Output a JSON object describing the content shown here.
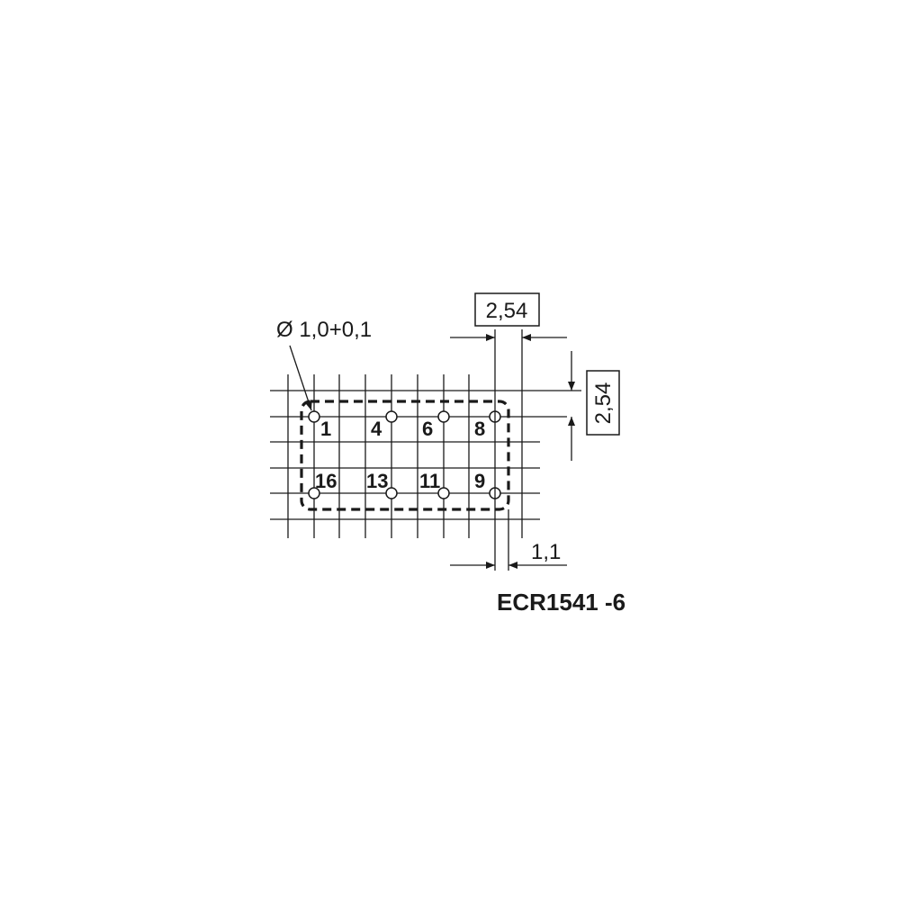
{
  "drawing": {
    "hole_spec": "Ø 1,0+0,1",
    "pitch_horizontal": "2,54",
    "pitch_vertical": "2,54",
    "offset": "1,1",
    "part_code": "ECR1541 -6"
  },
  "pins": [
    {
      "label": "1"
    },
    {
      "label": "4"
    },
    {
      "label": "6"
    },
    {
      "label": "8"
    },
    {
      "label": "16"
    },
    {
      "label": "13"
    },
    {
      "label": "11"
    },
    {
      "label": "9"
    }
  ]
}
